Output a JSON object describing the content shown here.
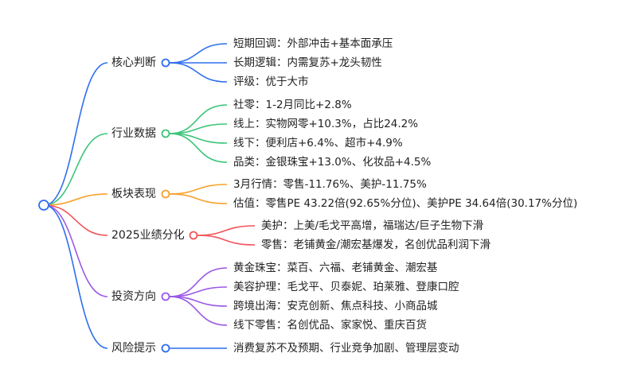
{
  "root": {
    "label": "",
    "color": "#2f6fed"
  },
  "branches": [
    {
      "label": "核心判断",
      "color": "#2f6fed",
      "children": [
        "短期回调：外部冲击+基本面承压",
        "长期逻辑：内需复苏+龙头韧性",
        "评级：优于大市"
      ]
    },
    {
      "label": "行业数据",
      "color": "#3cc47a",
      "children": [
        "社零：1-2月同比+2.8%",
        "线上：实物网零+10.3%，占比24.2%",
        "线下：便利店+6.4%、超市+4.9%",
        "品类：金银珠宝+13.0%、化妆品+4.5%"
      ]
    },
    {
      "label": "板块表现",
      "color": "#f7a22b",
      "children": [
        "3月行情：零售-11.76%、美护-11.75%",
        "估值：零售PE 43.22倍(92.65%分位)、美护PE 34.64倍(30.17%分位)"
      ]
    },
    {
      "label": "2025业绩分化",
      "color": "#f2545b",
      "children": [
        "美护：上美/毛戈平高增，福瑞达/巨子生物下滑",
        "零售：老铺黄金/潮宏基爆发，名创优品利润下滑"
      ]
    },
    {
      "label": "投资方向",
      "color": "#9b59e6",
      "children": [
        "黄金珠宝：菜百、六福、老铺黄金、潮宏基",
        "美容护理：毛戈平、贝泰妮、珀莱雅、登康口腔",
        "跨境出海：安克创新、焦点科技、小商品城",
        "线下零售：名创优品、家家悦、重庆百货"
      ]
    },
    {
      "label": "风险提示",
      "color": "#2f6fed",
      "children": [
        "消费复苏不及预期、行业竞争加剧、管理层变动"
      ]
    }
  ]
}
